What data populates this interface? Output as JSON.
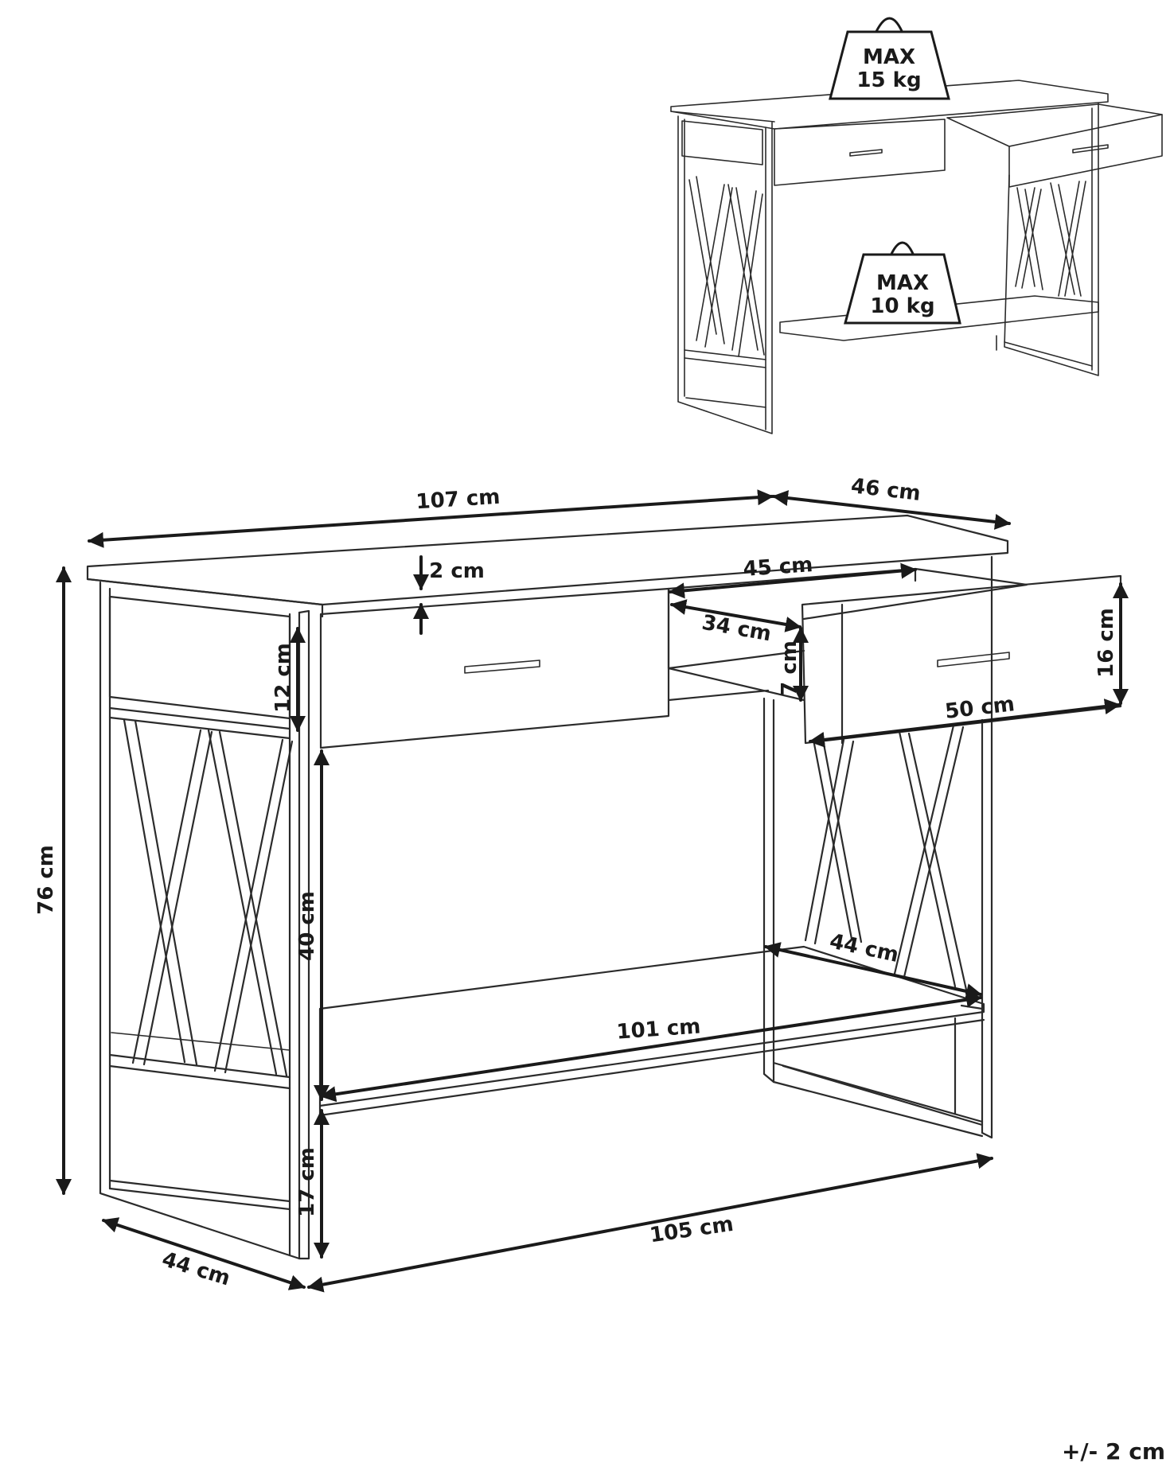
{
  "weights": {
    "top": {
      "line1": "MAX",
      "line2": "15 kg"
    },
    "shelf": {
      "line1": "MAX",
      "line2": "10 kg"
    }
  },
  "dimensions": {
    "total_width": "107 cm",
    "total_depth": "46 cm",
    "top_thickness": "2 cm",
    "drawer_depth": "45 cm",
    "drawer_inner_width": "34 cm",
    "drawer_inner_height": "7 cm",
    "drawer_front_height": "16 cm",
    "drawer_front_width": "50 cm",
    "apron_height": "12 cm",
    "total_height": "76 cm",
    "shelf_clearance": "40 cm",
    "shelf_depth": "44 cm",
    "shelf_width": "101 cm",
    "floor_clearance": "17 cm",
    "base_depth": "44 cm",
    "base_width": "105 cm"
  },
  "tolerance": "+/- 2 cm"
}
